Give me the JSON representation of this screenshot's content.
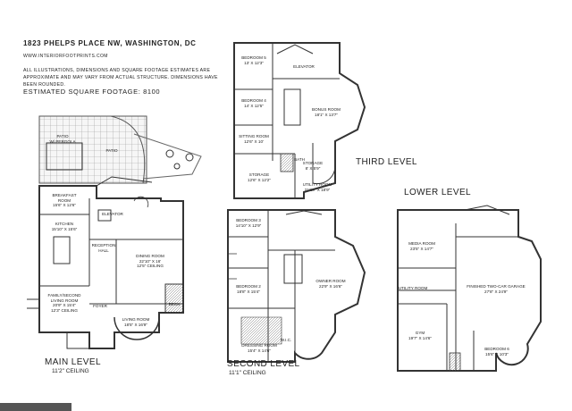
{
  "header": {
    "address": "1823 PHELPS PLACE NW, WASHINGTON, DC",
    "website": "WWW.INTERIORFOOTPRINTS.COM",
    "disclaimer": "ALL ILLUSTRATIONS, DIMENSIONS AND SQUARE FOOTAGE ESTIMATES ARE APPROXIMATE AND MAY VARY FROM ACTUAL STRUCTURE. DIMENSIONS HAVE BEEN ROUNDED.",
    "sqft": "ESTIMATED SQUARE FOOTAGE: 8100"
  },
  "levels": {
    "main": {
      "title": "MAIN LEVEL",
      "ceiling": "11'2\" CEILING"
    },
    "second": {
      "title": "SECOND LEVEL",
      "ceiling": "11'1\" CEILING"
    },
    "third": {
      "title": "THIRD LEVEL"
    },
    "lower": {
      "title": "LOWER LEVEL"
    }
  },
  "rooms": {
    "patio": "PATIO",
    "patio_pergola": [
      "PATIO",
      "W/ PERGOLA"
    ],
    "breakfast": [
      "BREAKFAST",
      "ROOM",
      "15'6\" X 12'6\""
    ],
    "kitchen": [
      "KITCHEN",
      "15'10\" X 15'6\""
    ],
    "elevator_main": "ELEVATOR",
    "reception": [
      "RECEPTION",
      "HALL"
    ],
    "dining": [
      "DINING ROOM",
      "22'10\" X 16'",
      "12'5\" CEILING"
    ],
    "family": [
      "FAMILY/SECOND",
      "LIVING ROOM",
      "20'9\" X 15'4\"",
      "12'3\" CEILING"
    ],
    "foyer": "FOYER",
    "living": [
      "LIVING ROOM",
      "18'5\" X 16'9\""
    ],
    "deck": "DECK",
    "bedroom5": [
      "BEDROOM 5",
      "13' X 12'3\""
    ],
    "bedroom4": [
      "BEDROOM 4",
      "14' X 12'5\""
    ],
    "bonus": [
      "BONUS ROOM",
      "18'1\" X 13'7\""
    ],
    "sitting": [
      "SITTING ROOM",
      "12'6\" X 10'"
    ],
    "storage_third": [
      "STORAGE",
      "12'6\" X 12'2\""
    ],
    "storage_small": [
      "STORAGE",
      "8' X 5'9\""
    ],
    "utility_third": [
      "UTILITY ROOM",
      "21'10\" X 18'9\""
    ],
    "bath": "BATH",
    "elevator_third": "ELEVATOR",
    "bedroom3": [
      "BEDROOM 3",
      "14'10\" X 12'9\""
    ],
    "bedroom2": [
      "BEDROOM 2",
      "18'8\" X 15'4\""
    ],
    "owner": [
      "OWNER ROOM",
      "22'9\" X 16'6\""
    ],
    "dressing": [
      "DRESSING ROOM",
      "15'4\" X 14'6\""
    ],
    "wic": "W.I.C.",
    "media": [
      "MEDIA ROOM",
      "23'5\" X 14'7\""
    ],
    "utility_lower": "UTILITY ROOM",
    "garage": [
      "FINISHED TWO-CAR GARAGE",
      "27'8\" X 24'9\""
    ],
    "gym": [
      "GYM",
      "19'7\" X 14'6\""
    ],
    "bedroom6": [
      "BEDROOM 6",
      "15'6\" X 10'3\""
    ]
  }
}
